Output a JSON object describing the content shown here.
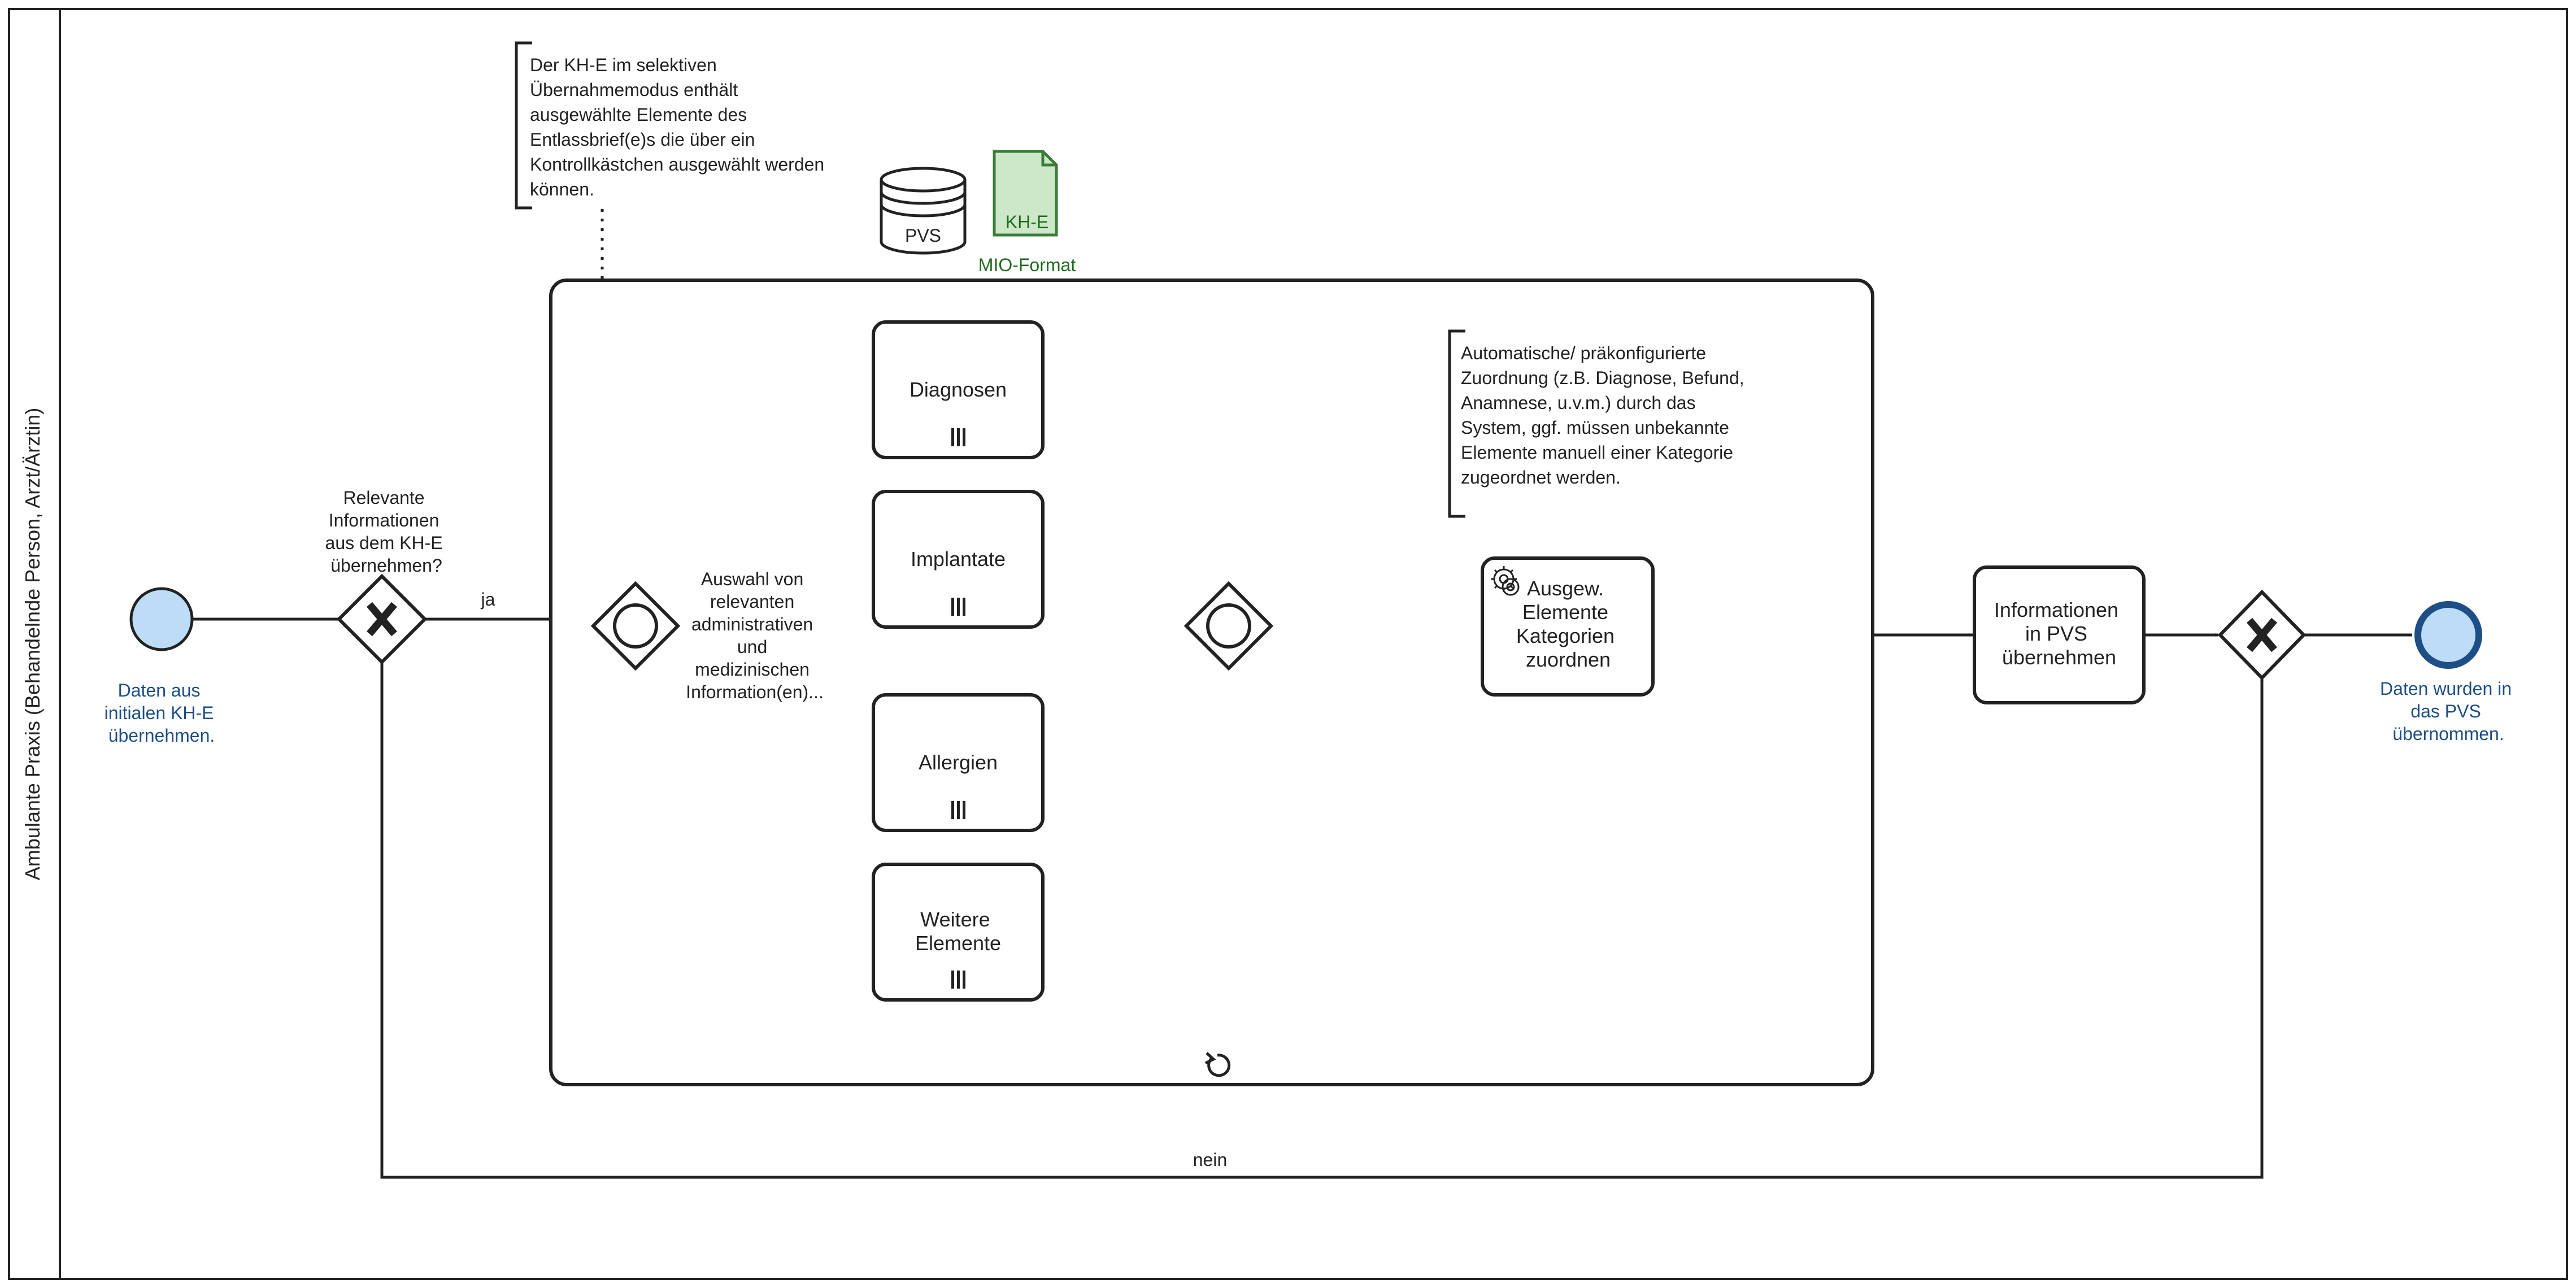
{
  "pool": {
    "lane_label": "Ambulante Praxis (Behandelnde Person, Arzt/Ärztin)"
  },
  "events": {
    "start_label": [
      "Daten aus",
      "initialen KH-E",
      "übernehmen."
    ],
    "end_label": [
      "Daten wurden in",
      "das PVS",
      "übernommen."
    ]
  },
  "gateways": {
    "decision_question": [
      "Relevante",
      "Informationen",
      "aus dem KH-E",
      "übernehmen?"
    ],
    "yes_label": "ja",
    "no_label": "nein",
    "split_label": [
      "Auswahl von",
      "relevanten",
      "administrativen",
      "und",
      "medizinischen",
      "Information(en)..."
    ]
  },
  "tasks": {
    "diagnosen": "Diagnosen",
    "implantate": "Implantate",
    "allergien": "Allergien",
    "weitere": [
      "Weitere",
      "Elemente"
    ],
    "zuordnen": [
      "Ausgew.",
      "Elemente",
      "Kategorien",
      "zuordnen"
    ],
    "uebernehmen": [
      "Informationen",
      "in PVS",
      "übernehmen"
    ]
  },
  "data": {
    "store_label": "PVS",
    "object_label": "KH-E",
    "object_caption": "MIO-Format"
  },
  "annotations": {
    "selection_note": [
      "Der KH-E im selektiven",
      "Übernahmemodus enthält",
      "ausgewählte Elemente des",
      "Entlassbrief(e)s die über ein",
      "Kontrollkästchen ausgewählt werden",
      "können."
    ],
    "mapping_note": [
      "Automatische/ präkonfigurierte",
      "Zuordnung (z.B. Diagnose, Befund,",
      "Anamnese, u.v.m.) durch das",
      "System, ggf. müssen unbekannte",
      "Elemente manuell einer Kategorie",
      "zugeordnet werden."
    ]
  },
  "colors": {
    "start_event_fill": "#bcdcf7",
    "end_event_stroke": "#1d4f86",
    "event_label": "#1d4f86",
    "data_object_fill": "#cde8c9",
    "data_object_stroke": "#3a7d3a",
    "data_label": "#1f6b1f"
  }
}
